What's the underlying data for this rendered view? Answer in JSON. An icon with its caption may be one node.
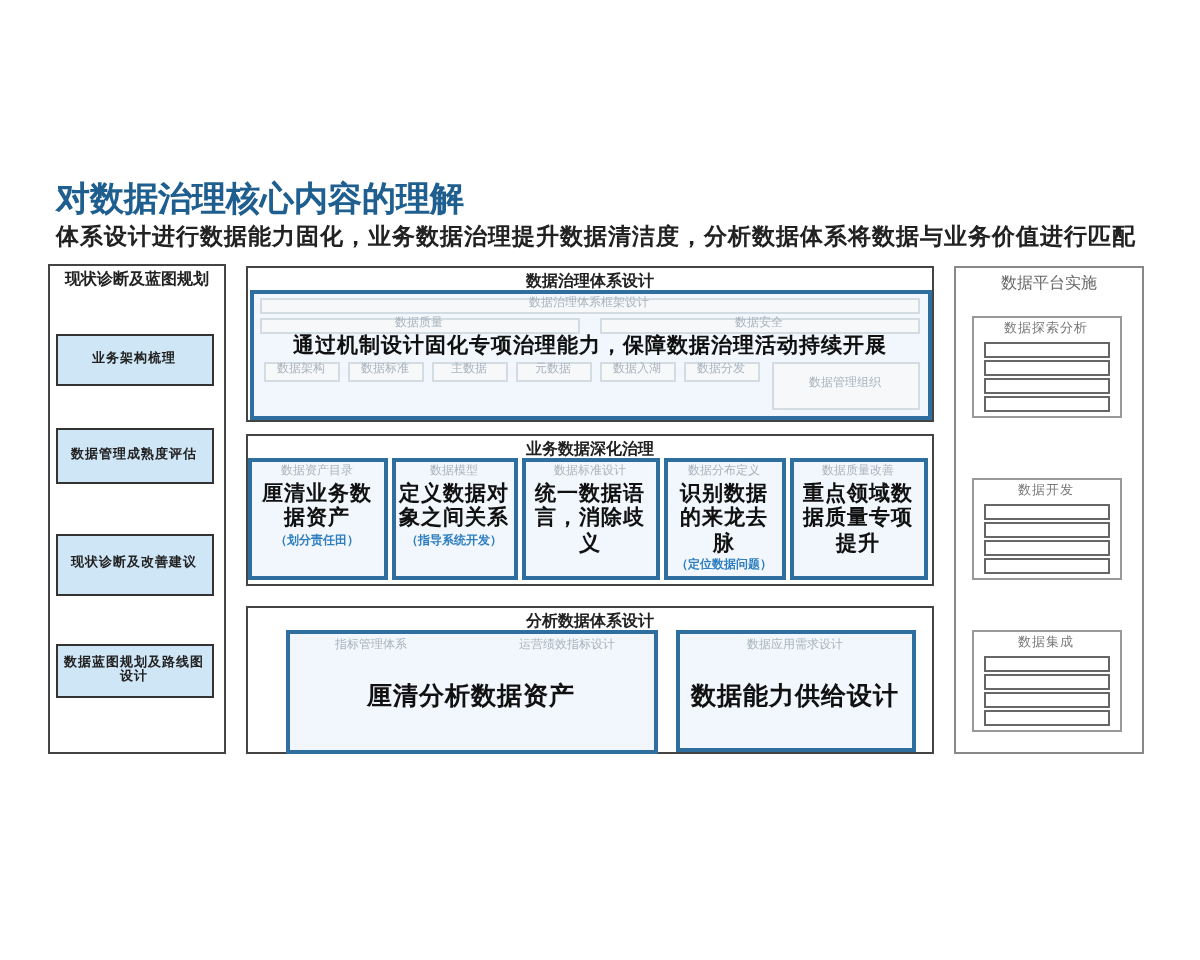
{
  "diagram": {
    "title": "对数据治理核心内容的理解",
    "nodes": [
      {
        "text": [
          "现状诊断及蓝图规划"
        ]
      },
      {
        "text": [
          "业务架构梳理"
        ],
        "in": 0
      },
      {
        "text": [
          "数据管理成熟度评估"
        ],
        "in": 0
      },
      {
        "text": [
          "现状诊断及改善建议"
        ],
        "in": 0
      },
      {
        "text": [
          "数据蓝图规划及路线图设计"
        ],
        "in": 0
      },
      {
        "text": [
          "数据治理体系设计"
        ]
      },
      {
        "text": [
          "通过机制设计固化专项治理能力，保障数据治理活动持续开展"
        ],
        "in": 5
      },
      {
        "text": [
          "数据治理体系框架设计"
        ],
        "in": 6
      },
      {
        "text": [
          "数据质量"
        ],
        "in": 6
      },
      {
        "text": [
          "数据安全"
        ],
        "in": 6
      },
      {
        "text": [
          "数据架构"
        ],
        "in": 6
      },
      {
        "text": [
          "数据标准"
        ],
        "in": 6
      },
      {
        "text": [
          "主数据"
        ],
        "in": 6
      },
      {
        "text": [
          "元数据"
        ],
        "in": 6
      },
      {
        "text": [
          "数据入湖"
        ],
        "in": 6
      },
      {
        "text": [
          "数据分发"
        ],
        "in": 6
      },
      {
        "text": [
          "数据管理组织"
        ],
        "in": 6
      },
      {
        "text": [
          "业务数据深化治理"
        ]
      },
      {
        "text": [
          "数据资产目录",
          "厘清业务数据资产",
          "（划分责任田）"
        ],
        "in": 17
      },
      {
        "text": [
          "数据模型",
          "定义数据对象之间关系",
          "（指导系统开发）"
        ],
        "in": 17
      },
      {
        "text": [
          "数据标准设计",
          "统一数据语言，消除歧义"
        ],
        "in": 17
      },
      {
        "text": [
          "数据分布定义",
          "识别数据的来龙去脉",
          "（定位数据问题）"
        ],
        "in": 17
      },
      {
        "text": [
          "数据质量改善",
          "重点领域数据质量专项提升"
        ],
        "in": 17
      },
      {
        "text": [
          "分析数据体系设计"
        ]
      },
      {
        "text": [
          "指标管理体系",
          "运营绩效指标设计",
          "厘清分析数据资产"
        ],
        "in": 23
      },
      {
        "text": [
          "数据应用需求设计",
          "数据能力供给设计"
        ],
        "in": 23
      },
      {
        "text": [
          "数据平台实施"
        ]
      },
      {
        "text": [
          "数据探索分析"
        ],
        "in": 26
      },
      {
        "text": [],
        "shape": "box",
        "in": 27
      },
      {
        "text": [],
        "shape": "box",
        "in": 27
      },
      {
        "text": [],
        "shape": "box",
        "in": 27
      },
      {
        "text": [],
        "shape": "box",
        "in": 27
      },
      {
        "text": [
          "数据开发"
        ],
        "in": 26
      },
      {
        "text": [],
        "shape": "box",
        "in": 32
      },
      {
        "text": [],
        "shape": "box",
        "in": 32
      },
      {
        "text": [],
        "shape": "box",
        "in": 32
      },
      {
        "text": [],
        "shape": "box",
        "in": 32
      },
      {
        "text": [
          "数据集成"
        ],
        "in": 26
      },
      {
        "text": [],
        "shape": "box",
        "in": 37
      },
      {
        "text": [],
        "shape": "box",
        "in": 37
      },
      {
        "text": [],
        "shape": "box",
        "in": 37
      },
      {
        "text": [],
        "shape": "box",
        "in": 37
      }
    ],
    "edges": [],
    "labels": [
      "体系设计进行数据能力固化，业务数据治理提升数据清洁度，分析数据体系将数据与业务价值进行匹配"
    ]
  }
}
